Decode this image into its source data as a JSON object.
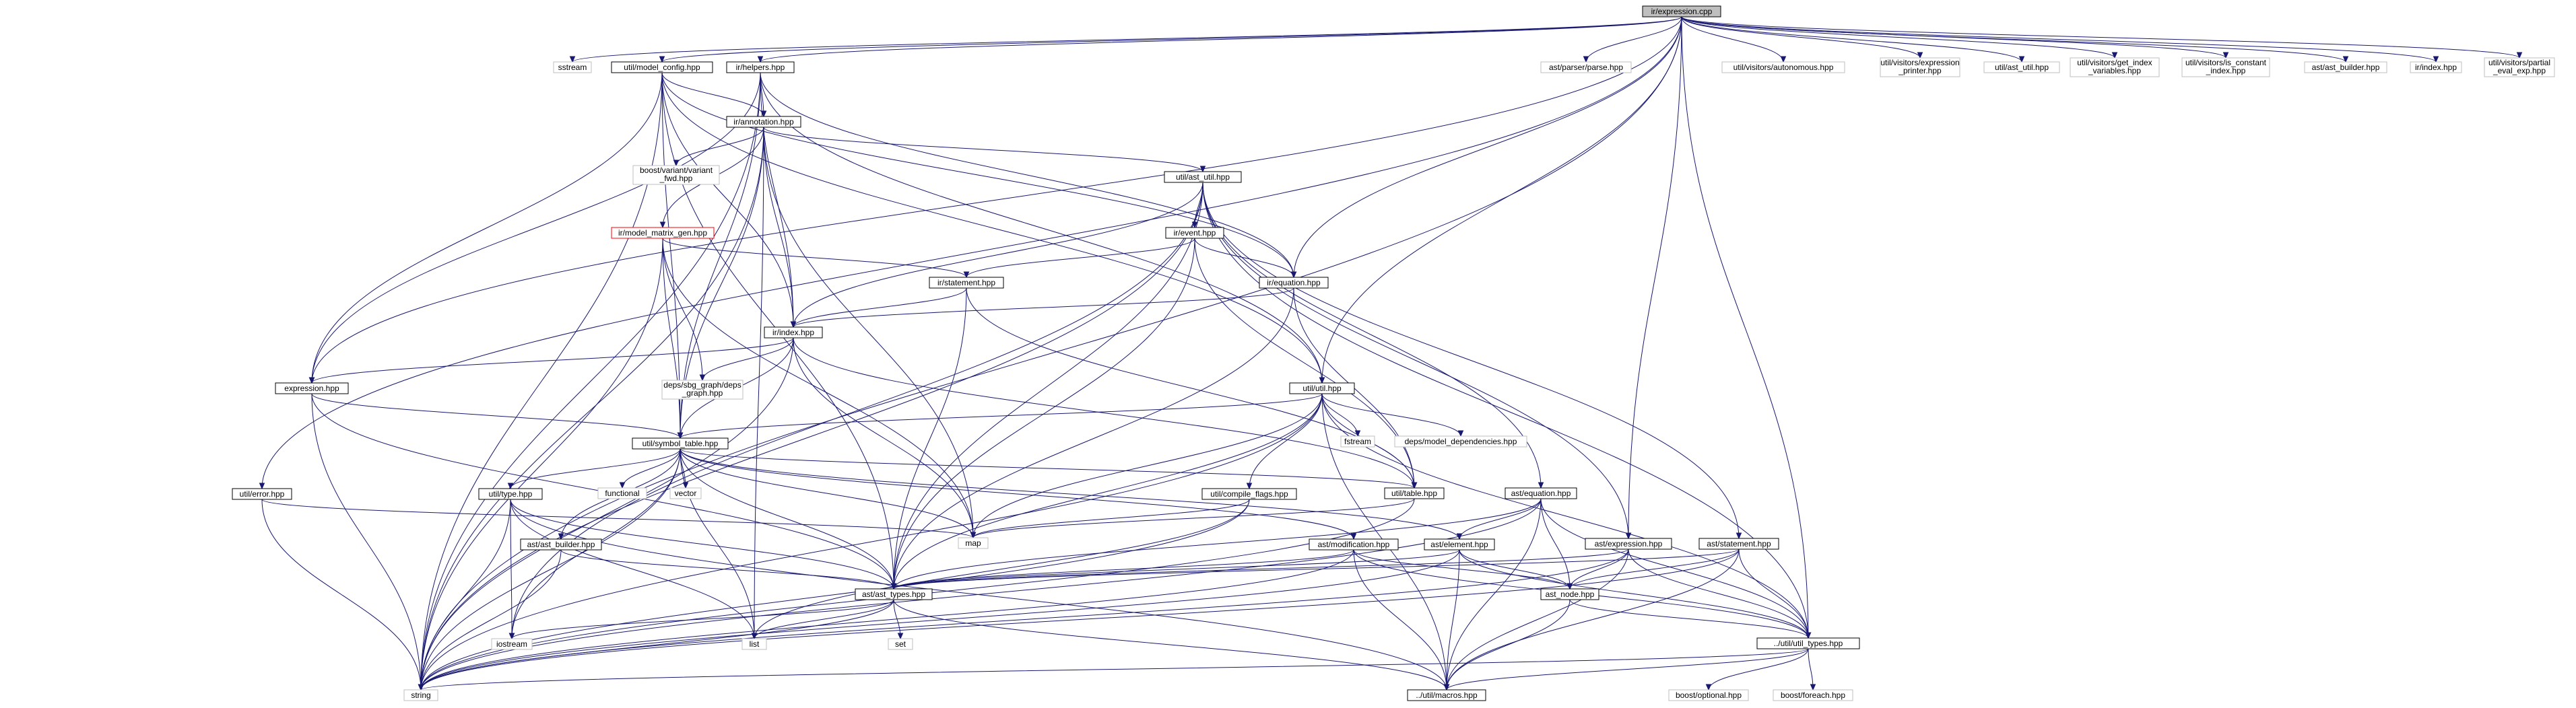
{
  "diagram": {
    "type": "include-dependency-graph",
    "colors": {
      "edge": "#191970",
      "root_fill": "#bfbfbf",
      "system_border": "#bfbfbf",
      "unresolved_border": "#ff0000",
      "node_border": "#000000"
    },
    "nodes": [
      {
        "id": "root",
        "lines": [
          "ir/expression.cpp"
        ],
        "kind": "root"
      },
      {
        "id": "sstream",
        "lines": [
          "sstream"
        ],
        "kind": "sys"
      },
      {
        "id": "model_config",
        "lines": [
          "util/model_config.hpp"
        ],
        "kind": "file"
      },
      {
        "id": "helpers",
        "lines": [
          "ir/helpers.hpp"
        ],
        "kind": "file"
      },
      {
        "id": "parse",
        "lines": [
          "ast/parser/parse.hpp"
        ],
        "kind": "sys"
      },
      {
        "id": "autonomous",
        "lines": [
          "util/visitors/autonomous.hpp"
        ],
        "kind": "sys"
      },
      {
        "id": "expr_printer",
        "lines": [
          "util/visitors/expression",
          "_printer.hpp"
        ],
        "kind": "sys"
      },
      {
        "id": "ast_util_sys",
        "lines": [
          "util/ast_util.hpp"
        ],
        "kind": "sys"
      },
      {
        "id": "get_index",
        "lines": [
          "util/visitors/get_index",
          "_variables.hpp"
        ],
        "kind": "sys"
      },
      {
        "id": "is_constant",
        "lines": [
          "util/visitors/is_constant",
          "_index.hpp"
        ],
        "kind": "sys"
      },
      {
        "id": "ast_builder_sys",
        "lines": [
          "ast/ast_builder.hpp"
        ],
        "kind": "sys"
      },
      {
        "id": "ir_index_sys",
        "lines": [
          "ir/index.hpp"
        ],
        "kind": "sys"
      },
      {
        "id": "partial_eval",
        "lines": [
          "util/visitors/partial",
          "_eval_exp.hpp"
        ],
        "kind": "sys"
      },
      {
        "id": "annotation",
        "lines": [
          "ir/annotation.hpp"
        ],
        "kind": "file"
      },
      {
        "id": "variant",
        "lines": [
          "boost/variant/variant",
          "_fwd.hpp"
        ],
        "kind": "sys"
      },
      {
        "id": "ast_util",
        "lines": [
          "util/ast_util.hpp"
        ],
        "kind": "file"
      },
      {
        "id": "model_matrix",
        "lines": [
          "ir/model_matrix_gen.hpp"
        ],
        "kind": "red"
      },
      {
        "id": "event",
        "lines": [
          "ir/event.hpp"
        ],
        "kind": "file"
      },
      {
        "id": "statement_ir",
        "lines": [
          "ir/statement.hpp"
        ],
        "kind": "file"
      },
      {
        "id": "equation_ir",
        "lines": [
          "ir/equation.hpp"
        ],
        "kind": "file"
      },
      {
        "id": "index",
        "lines": [
          "ir/index.hpp"
        ],
        "kind": "file"
      },
      {
        "id": "sbg",
        "lines": [
          "deps/sbg_graph/deps",
          "_graph.hpp"
        ],
        "kind": "sys"
      },
      {
        "id": "expression_hpp",
        "lines": [
          "expression.hpp"
        ],
        "kind": "file"
      },
      {
        "id": "util",
        "lines": [
          "util/util.hpp"
        ],
        "kind": "file"
      },
      {
        "id": "fstream",
        "lines": [
          "fstream"
        ],
        "kind": "sys"
      },
      {
        "id": "model_deps",
        "lines": [
          "deps/model_dependencies.hpp"
        ],
        "kind": "sys"
      },
      {
        "id": "symbol_table",
        "lines": [
          "util/symbol_table.hpp"
        ],
        "kind": "file"
      },
      {
        "id": "util_error",
        "lines": [
          "util/error.hpp"
        ],
        "kind": "file"
      },
      {
        "id": "util_type",
        "lines": [
          "util/type.hpp"
        ],
        "kind": "file"
      },
      {
        "id": "functional",
        "lines": [
          "functional"
        ],
        "kind": "sys"
      },
      {
        "id": "vector",
        "lines": [
          "vector"
        ],
        "kind": "sys"
      },
      {
        "id": "compile_flags",
        "lines": [
          "util/compile_flags.hpp"
        ],
        "kind": "file"
      },
      {
        "id": "table",
        "lines": [
          "util/table.hpp"
        ],
        "kind": "file"
      },
      {
        "id": "ast_equation",
        "lines": [
          "ast/equation.hpp"
        ],
        "kind": "file"
      },
      {
        "id": "map",
        "lines": [
          "map"
        ],
        "kind": "sys"
      },
      {
        "id": "ast_builder",
        "lines": [
          "ast/ast_builder.hpp"
        ],
        "kind": "file"
      },
      {
        "id": "ast_modification",
        "lines": [
          "ast/modification.hpp"
        ],
        "kind": "file"
      },
      {
        "id": "ast_element",
        "lines": [
          "ast/element.hpp"
        ],
        "kind": "file"
      },
      {
        "id": "ast_expression",
        "lines": [
          "ast/expression.hpp"
        ],
        "kind": "file"
      },
      {
        "id": "ast_statement",
        "lines": [
          "ast/statement.hpp"
        ],
        "kind": "file"
      },
      {
        "id": "ast_node",
        "lines": [
          "ast_node.hpp"
        ],
        "kind": "file"
      },
      {
        "id": "ast_types",
        "lines": [
          "ast/ast_types.hpp"
        ],
        "kind": "file"
      },
      {
        "id": "util_types",
        "lines": [
          "../util/util_types.hpp"
        ],
        "kind": "file"
      },
      {
        "id": "iostream",
        "lines": [
          "iostream"
        ],
        "kind": "sys"
      },
      {
        "id": "list",
        "lines": [
          "list"
        ],
        "kind": "sys"
      },
      {
        "id": "set",
        "lines": [
          "set"
        ],
        "kind": "sys"
      },
      {
        "id": "string",
        "lines": [
          "string"
        ],
        "kind": "sys"
      },
      {
        "id": "macros",
        "lines": [
          "../util/macros.hpp"
        ],
        "kind": "file"
      },
      {
        "id": "optional",
        "lines": [
          "boost/optional.hpp"
        ],
        "kind": "sys"
      },
      {
        "id": "foreach",
        "lines": [
          "boost/foreach.hpp"
        ],
        "kind": "sys"
      }
    ],
    "edges": [
      [
        "root",
        "string"
      ],
      [
        "root",
        "sstream"
      ],
      [
        "root",
        "model_config"
      ],
      [
        "root",
        "helpers"
      ],
      [
        "root",
        "parse"
      ],
      [
        "root",
        "autonomous"
      ],
      [
        "root",
        "expr_printer"
      ],
      [
        "root",
        "ast_util_sys"
      ],
      [
        "root",
        "get_index"
      ],
      [
        "root",
        "is_constant"
      ],
      [
        "root",
        "ast_builder_sys"
      ],
      [
        "root",
        "ir_index_sys"
      ],
      [
        "root",
        "partial_eval"
      ],
      [
        "root",
        "util_error"
      ],
      [
        "root",
        "expression_hpp"
      ],
      [
        "root",
        "equation_ir"
      ],
      [
        "root",
        "util"
      ],
      [
        "root",
        "ast_expression"
      ],
      [
        "root",
        "util_types"
      ],
      [
        "model_config",
        "annotation"
      ],
      [
        "model_config",
        "expression_hpp"
      ],
      [
        "model_config",
        "symbol_table"
      ],
      [
        "model_config",
        "index"
      ],
      [
        "model_config",
        "string"
      ],
      [
        "model_config",
        "equation_ir"
      ],
      [
        "model_config",
        "util"
      ],
      [
        "model_config",
        "ast_types"
      ],
      [
        "helpers",
        "annotation"
      ],
      [
        "helpers",
        "expression_hpp"
      ],
      [
        "helpers",
        "symbol_table"
      ],
      [
        "helpers",
        "index"
      ],
      [
        "helpers",
        "string"
      ],
      [
        "helpers",
        "util"
      ],
      [
        "helpers",
        "equation_ir"
      ],
      [
        "annotation",
        "variant"
      ],
      [
        "annotation",
        "ast_util"
      ],
      [
        "annotation",
        "model_matrix"
      ],
      [
        "annotation",
        "string"
      ],
      [
        "annotation",
        "map"
      ],
      [
        "annotation",
        "list"
      ],
      [
        "annotation",
        "index"
      ],
      [
        "annotation",
        "symbol_table"
      ],
      [
        "ast_util",
        "event"
      ],
      [
        "ast_util",
        "index"
      ],
      [
        "ast_util",
        "ast_types"
      ],
      [
        "ast_util",
        "ast_expression"
      ],
      [
        "ast_util",
        "ast_statement"
      ],
      [
        "ast_util",
        "ast_equation"
      ],
      [
        "ast_util",
        "string"
      ],
      [
        "ast_util",
        "util_types"
      ],
      [
        "ast_util",
        "iostream"
      ],
      [
        "model_matrix",
        "statement_ir"
      ],
      [
        "model_matrix",
        "sbg"
      ],
      [
        "model_matrix",
        "string"
      ],
      [
        "model_matrix",
        "symbol_table"
      ],
      [
        "model_matrix",
        "map"
      ],
      [
        "event",
        "statement_ir"
      ],
      [
        "event",
        "equation_ir"
      ],
      [
        "event",
        "table"
      ],
      [
        "event",
        "ast_types"
      ],
      [
        "statement_ir",
        "index"
      ],
      [
        "statement_ir",
        "ast_types"
      ],
      [
        "statement_ir",
        "table"
      ],
      [
        "equation_ir",
        "index"
      ],
      [
        "equation_ir",
        "table"
      ],
      [
        "equation_ir",
        "ast_types"
      ],
      [
        "index",
        "expression_hpp"
      ],
      [
        "index",
        "sbg"
      ],
      [
        "index",
        "symbol_table"
      ],
      [
        "index",
        "map"
      ],
      [
        "index",
        "table"
      ],
      [
        "index",
        "string"
      ],
      [
        "expression_hpp",
        "symbol_table"
      ],
      [
        "expression_hpp",
        "string"
      ],
      [
        "expression_hpp",
        "ast_types"
      ],
      [
        "util",
        "symbol_table"
      ],
      [
        "util",
        "fstream"
      ],
      [
        "util",
        "model_deps"
      ],
      [
        "util",
        "compile_flags"
      ],
      [
        "util",
        "table"
      ],
      [
        "util",
        "map"
      ],
      [
        "util",
        "ast_types"
      ],
      [
        "util",
        "util_types"
      ],
      [
        "util",
        "string"
      ],
      [
        "util",
        "macros"
      ],
      [
        "symbol_table",
        "util_type"
      ],
      [
        "symbol_table",
        "functional"
      ],
      [
        "symbol_table",
        "vector"
      ],
      [
        "symbol_table",
        "table"
      ],
      [
        "symbol_table",
        "map"
      ],
      [
        "symbol_table",
        "ast_types"
      ],
      [
        "symbol_table",
        "string"
      ],
      [
        "symbol_table",
        "list"
      ],
      [
        "symbol_table",
        "ast_element"
      ],
      [
        "symbol_table",
        "ast_modification"
      ],
      [
        "symbol_table",
        "ast_builder"
      ],
      [
        "symbol_table",
        "iostream"
      ],
      [
        "util_error",
        "map"
      ],
      [
        "util_error",
        "string"
      ],
      [
        "util_type",
        "ast_types"
      ],
      [
        "util_type",
        "iostream"
      ],
      [
        "util_type",
        "string"
      ],
      [
        "util_type",
        "list"
      ],
      [
        "util_type",
        "macros"
      ],
      [
        "compile_flags",
        "map"
      ],
      [
        "compile_flags",
        "list"
      ],
      [
        "compile_flags",
        "string"
      ],
      [
        "table",
        "map"
      ],
      [
        "table",
        "string"
      ],
      [
        "ast_equation",
        "ast_element"
      ],
      [
        "ast_equation",
        "ast_node"
      ],
      [
        "ast_equation",
        "ast_types"
      ],
      [
        "ast_equation",
        "util_types"
      ],
      [
        "ast_equation",
        "macros"
      ],
      [
        "ast_equation",
        "string"
      ],
      [
        "ast_builder",
        "ast_types"
      ],
      [
        "ast_builder",
        "string"
      ],
      [
        "ast_modification",
        "ast_node"
      ],
      [
        "ast_modification",
        "ast_types"
      ],
      [
        "ast_modification",
        "util_types"
      ],
      [
        "ast_modification",
        "macros"
      ],
      [
        "ast_modification",
        "string"
      ],
      [
        "ast_element",
        "ast_node"
      ],
      [
        "ast_element",
        "ast_types"
      ],
      [
        "ast_element",
        "util_types"
      ],
      [
        "ast_element",
        "macros"
      ],
      [
        "ast_element",
        "string"
      ],
      [
        "ast_expression",
        "ast_node"
      ],
      [
        "ast_expression",
        "ast_types"
      ],
      [
        "ast_expression",
        "util_types"
      ],
      [
        "ast_expression",
        "macros"
      ],
      [
        "ast_expression",
        "string"
      ],
      [
        "ast_statement",
        "ast_node"
      ],
      [
        "ast_statement",
        "ast_types"
      ],
      [
        "ast_statement",
        "util_types"
      ],
      [
        "ast_statement",
        "macros"
      ],
      [
        "ast_statement",
        "string"
      ],
      [
        "ast_node",
        "util_types"
      ],
      [
        "ast_node",
        "macros"
      ],
      [
        "ast_types",
        "iostream"
      ],
      [
        "ast_types",
        "list"
      ],
      [
        "ast_types",
        "set"
      ],
      [
        "ast_types",
        "string"
      ],
      [
        "ast_types",
        "macros"
      ],
      [
        "util_types",
        "optional"
      ],
      [
        "util_types",
        "foreach"
      ],
      [
        "util_types",
        "string"
      ],
      [
        "util_types",
        "macros"
      ]
    ]
  }
}
